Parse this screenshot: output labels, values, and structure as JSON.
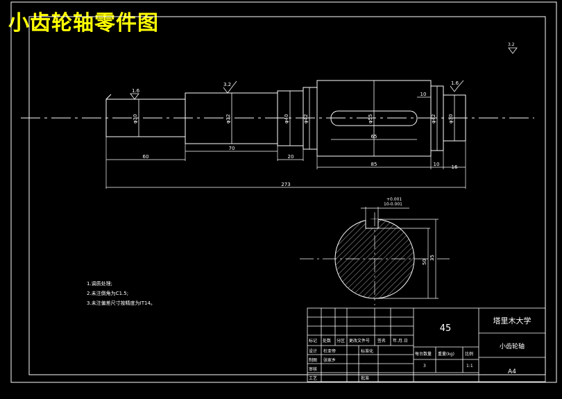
{
  "title": "小齿轮轴零件图",
  "colors": {
    "background": "#000000",
    "lines": "#ffffff",
    "title": "#ffff00",
    "center": "#ffffff"
  },
  "roughness": {
    "top_right": "3.2",
    "r1": "1.6",
    "r2": "3.2",
    "r3": "1.6"
  },
  "dimensions": {
    "d_phi30a": "φ30",
    "d_phi32": "φ32",
    "d_phi40": "φ40",
    "d_phi42": "φ42",
    "d_phi55": "φ55",
    "d_phi42b": "φ42",
    "d_phi30b": "φ30",
    "len_60": "60",
    "len_70": "70",
    "len_20": "20",
    "len_85": "85",
    "len_65": "65",
    "len_10a": "10",
    "len_10b": "10",
    "len_16": "16",
    "len_273": "273",
    "tol_up": "+0.001",
    "tol_lo": "10-0.001",
    "sec_50": "50",
    "sec_dim2": "35"
  },
  "notes": {
    "n1": "1.调质处理;",
    "n2": "2.未注倒角为C1.5;",
    "n3": "3.未注偏差尺寸按精度为IT14。"
  },
  "title_block": {
    "material": "45",
    "university": "塔里木大学",
    "part_name": "小齿轮轴",
    "paper": "A4",
    "h_mark": "标记",
    "h_qty": "处数",
    "h_zone": "分区",
    "h_doc": "更改文件号",
    "h_sign": "签名",
    "h_date": "年.月.日",
    "design": "设计",
    "designer": "杜亚帝",
    "standard": "标准化",
    "drawing": "制图",
    "drafter": "张家乡",
    "review": "审核",
    "process": "工艺",
    "approve": "批准",
    "h_weight": "每台数量",
    "h_mass": "重量(kg)",
    "h_scale": "比例",
    "qty_val": "3",
    "scale_val": "1:1"
  }
}
